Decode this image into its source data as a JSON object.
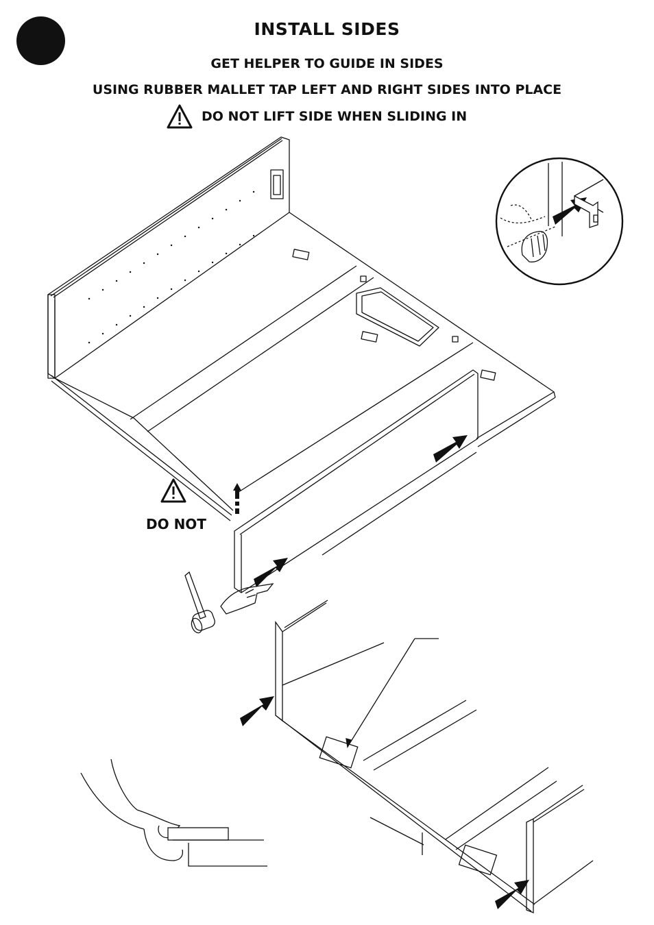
{
  "header": {
    "title": "INSTALL SIDES",
    "instruction_1": "GET HELPER TO GUIDE IN SIDES",
    "instruction_2": "USING RUBBER MALLET TAP LEFT AND RIGHT SIDES INTO PLACE",
    "warning": "DO NOT LIFT SIDE WHEN SLIDING IN"
  },
  "callouts": {
    "do_not": "DO NOT"
  },
  "icons": {
    "step_marker": "filled-circle-icon",
    "warning": "warning-triangle-icon",
    "arrow": "push-arrow-icon",
    "tool": "rubber-mallet-icon"
  },
  "colors": {
    "ink": "#111111",
    "background": "#ffffff"
  }
}
